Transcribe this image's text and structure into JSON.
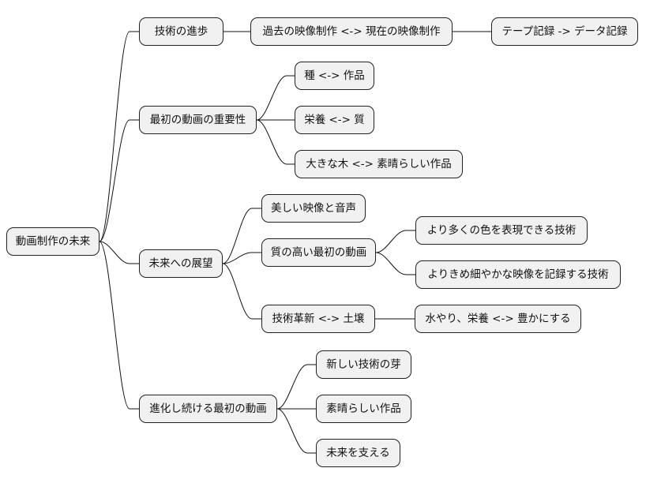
{
  "mindmap": {
    "root": "動画制作の未来",
    "branches": [
      {
        "label": "技術の進歩",
        "children": [
          {
            "label": "過去の映像制作 <-> 現在の映像制作",
            "children": [
              {
                "label": "テープ記録 -> データ記録"
              }
            ]
          }
        ]
      },
      {
        "label": "最初の動画の重要性",
        "children": [
          {
            "label": "種 <-> 作品"
          },
          {
            "label": "栄養 <-> 質"
          },
          {
            "label": "大きな木 <-> 素晴らしい作品"
          }
        ]
      },
      {
        "label": "未来への展望",
        "children": [
          {
            "label": "美しい映像と音声"
          },
          {
            "label": "質の高い最初の動画",
            "children": [
              {
                "label": "より多くの色を表現できる技術"
              },
              {
                "label": "よりきめ細やかな映像を記録する技術"
              }
            ]
          },
          {
            "label": "技術革新 <-> 土壌",
            "children": [
              {
                "label": "水やり、栄養 <-> 豊かにする"
              }
            ]
          }
        ]
      },
      {
        "label": "進化し続ける最初の動画",
        "children": [
          {
            "label": "新しい技術の芽"
          },
          {
            "label": "素晴らしい作品"
          },
          {
            "label": "未来を支える"
          }
        ]
      }
    ]
  }
}
